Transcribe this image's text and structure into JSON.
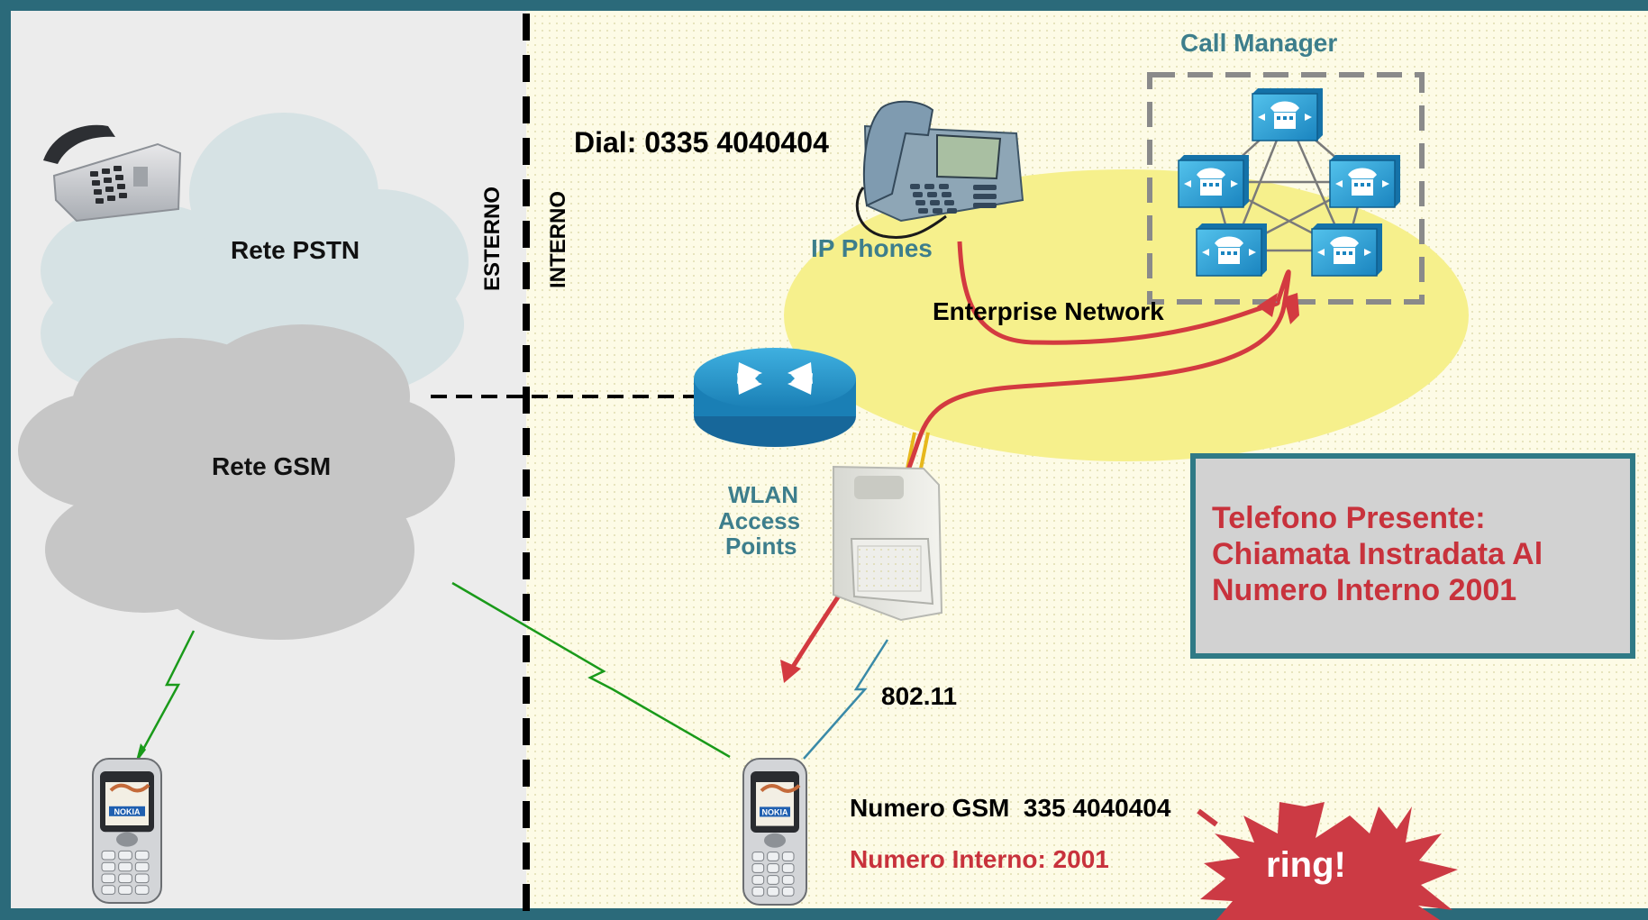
{
  "zones": {
    "external_label": "ESTERNO",
    "internal_label": "INTERNO"
  },
  "clouds": {
    "pstn_label": "Rete PSTN",
    "gsm_label": "Rete GSM"
  },
  "dial_text": "Dial: 0335 4040404",
  "ip_phones_label": "IP Phones",
  "call_manager_label": "Call Manager",
  "enterprise_network_label": "Enterprise Network",
  "wlan_label": [
    "WLAN",
    "Access",
    "Points"
  ],
  "wifi_label": "802.11",
  "status_box": {
    "lines": [
      "Telefono Presente:",
      "Chiamata Instradata Al",
      "Numero Interno 2001"
    ]
  },
  "mobile": {
    "gsm_number": "Numero GSM  335 4040404",
    "internal_number": "Numero Interno: 2001",
    "brand": "NOKIA"
  },
  "ring_text": "ring!",
  "colors": {
    "external_bg": "#ececec",
    "internal_bg": "#fdfbe6",
    "enterprise_ellipse": "#f6f08c",
    "route_arrow": "#d33a40",
    "status_text": "#c8323c",
    "status_border": "#2f7a86",
    "teal_label": "#3d7e8c",
    "gsm_link": "#1a9a1a",
    "wifi_link": "#3a8aa8",
    "router": "#1f93c8",
    "call_manager_unit": "#2aa6d9"
  },
  "icons": [
    "desk-phone-icon",
    "ip-phone-icon",
    "router-icon",
    "access-point-icon",
    "call-manager-server-icon",
    "mobile-phone-icon",
    "starburst-icon"
  ]
}
